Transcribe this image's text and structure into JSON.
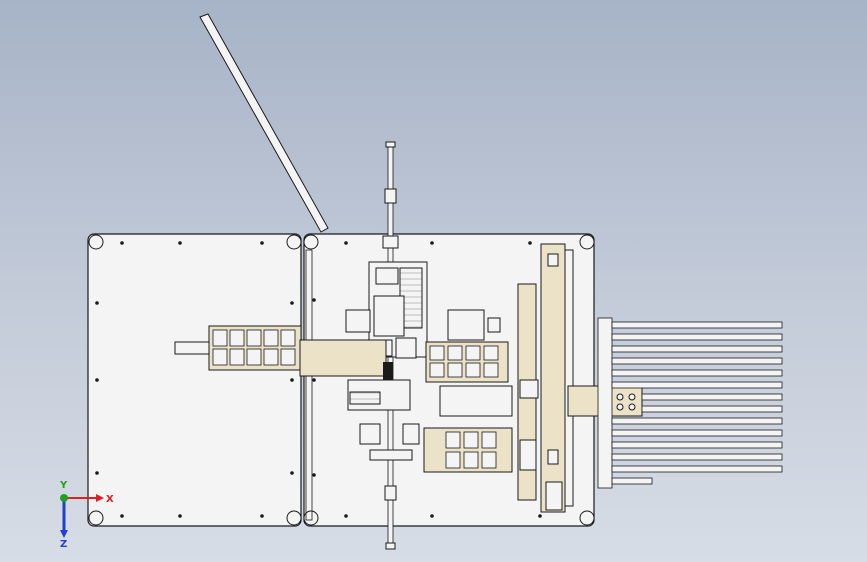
{
  "viewport": {
    "background_top": "#a7b3c7",
    "background_bottom": "#d7dde6",
    "model_fill": "#f4f4f4",
    "model_stroke": "#1a1a1a",
    "accent_beige": "#ebe2c8"
  },
  "triad": {
    "x_label": "X",
    "y_label": "Y",
    "z_label": "Z",
    "x_color": "#e02020",
    "y_color": "#20a020",
    "z_color": "#2040d0"
  }
}
